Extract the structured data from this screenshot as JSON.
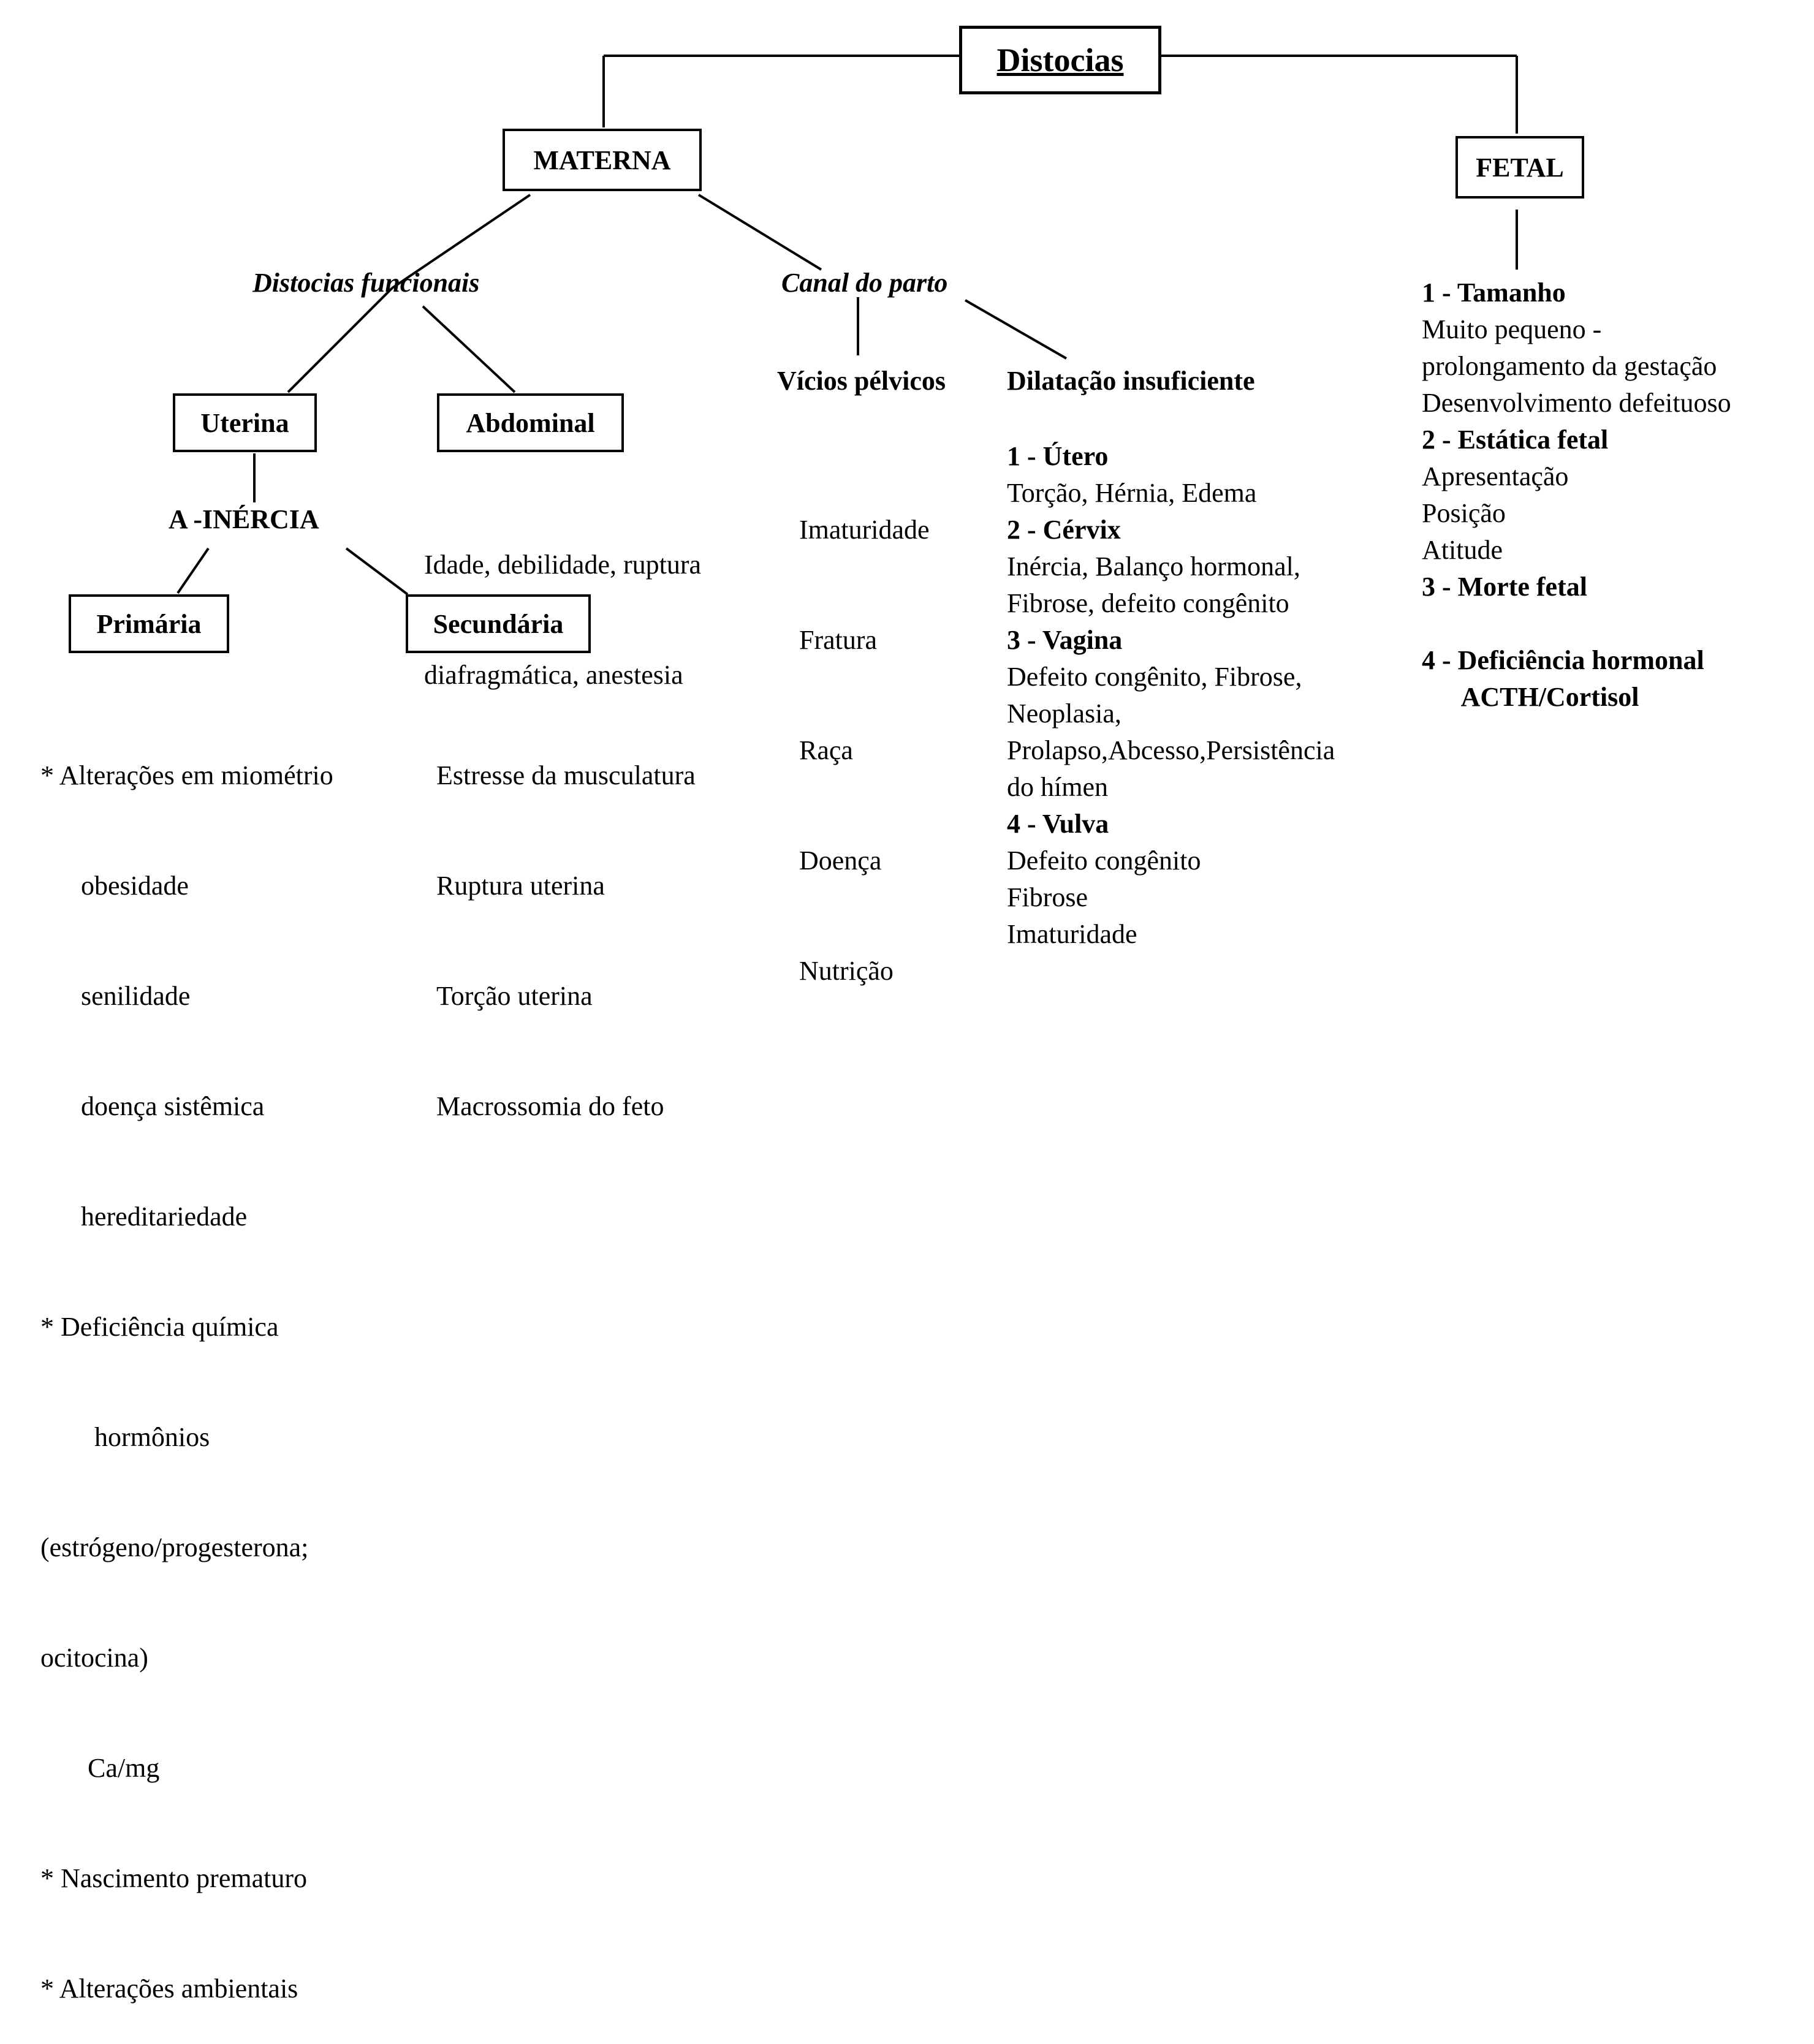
{
  "title": "Distocias",
  "materna": {
    "label": "MATERNA",
    "funcionais": {
      "label": "Distocias funcionais",
      "uterina": {
        "label": "Uterina",
        "inercia": "A -INÉRCIA",
        "primaria": {
          "label": "Primária",
          "items": [
            "* Alterações em miométrio",
            "      obesidade",
            "      senilidade",
            "      doença sistêmica",
            "      hereditariedade",
            "* Deficiência química",
            "        hormônios",
            "(estrógeno/progesterona;",
            "ocitocina)",
            "       Ca/mg",
            "* Nascimento prematuro",
            "* Alterações ambientais"
          ]
        },
        "secundaria": {
          "label": "Secundária",
          "items": [
            "Estresse da musculatura",
            "Ruptura uterina",
            "Torção uterina",
            "Macrossomia do feto"
          ]
        }
      },
      "abdominal": {
        "label": "Abdominal",
        "items": [
          "Idade, debilidade, ruptura",
          "diafragmática, anestesia"
        ]
      }
    },
    "canal": {
      "label": "Canal do parto",
      "vicios": {
        "label": "Vícios pélvicos",
        "items": [
          "Imaturidade",
          "Fratura",
          "Raça",
          "Doença",
          "Nutrição"
        ]
      },
      "dilatacao": {
        "label": "Dilatação insuficiente",
        "items": [
          {
            "text": "1 - Útero",
            "bold": true
          },
          {
            "text": "Torção, Hérnia, Edema",
            "bold": false
          },
          {
            "text": "2 - Cérvix",
            "bold": true
          },
          {
            "text": "Inércia, Balanço hormonal,",
            "bold": false
          },
          {
            "text": "Fibrose, defeito congênito",
            "bold": false
          },
          {
            "text": "3 - Vagina",
            "bold": true
          },
          {
            "text": "Defeito congênito, Fibrose,",
            "bold": false
          },
          {
            "text": "Neoplasia,",
            "bold": false
          },
          {
            "text": "Prolapso,Abcesso,Persistência",
            "bold": false
          },
          {
            "text": "do hímen",
            "bold": false
          },
          {
            "text": "4 - Vulva",
            "bold": true
          },
          {
            "text": "Defeito congênito",
            "bold": false
          },
          {
            "text": "Fibrose",
            "bold": false
          },
          {
            "text": "Imaturidade",
            "bold": false
          }
        ]
      }
    }
  },
  "fetal": {
    "label": "FETAL",
    "items": [
      {
        "text": "1 - Tamanho",
        "bold": true
      },
      {
        "text": "Muito pequeno -",
        "bold": false
      },
      {
        "text": "prolongamento da gestação",
        "bold": false
      },
      {
        "text": "Desenvolvimento defeituoso",
        "bold": false
      },
      {
        "text": "2 - Estática fetal",
        "bold": true
      },
      {
        "text": "Apresentação",
        "bold": false
      },
      {
        "text": "Posição",
        "bold": false
      },
      {
        "text": "Atitude",
        "bold": false
      },
      {
        "text": "3 - Morte fetal",
        "bold": true
      },
      {
        "text": " ",
        "bold": false
      },
      {
        "text": "4 - Deficiência hormonal",
        "bold": true
      },
      {
        "text": "      ACTH/Cortisol",
        "bold": true
      }
    ]
  }
}
